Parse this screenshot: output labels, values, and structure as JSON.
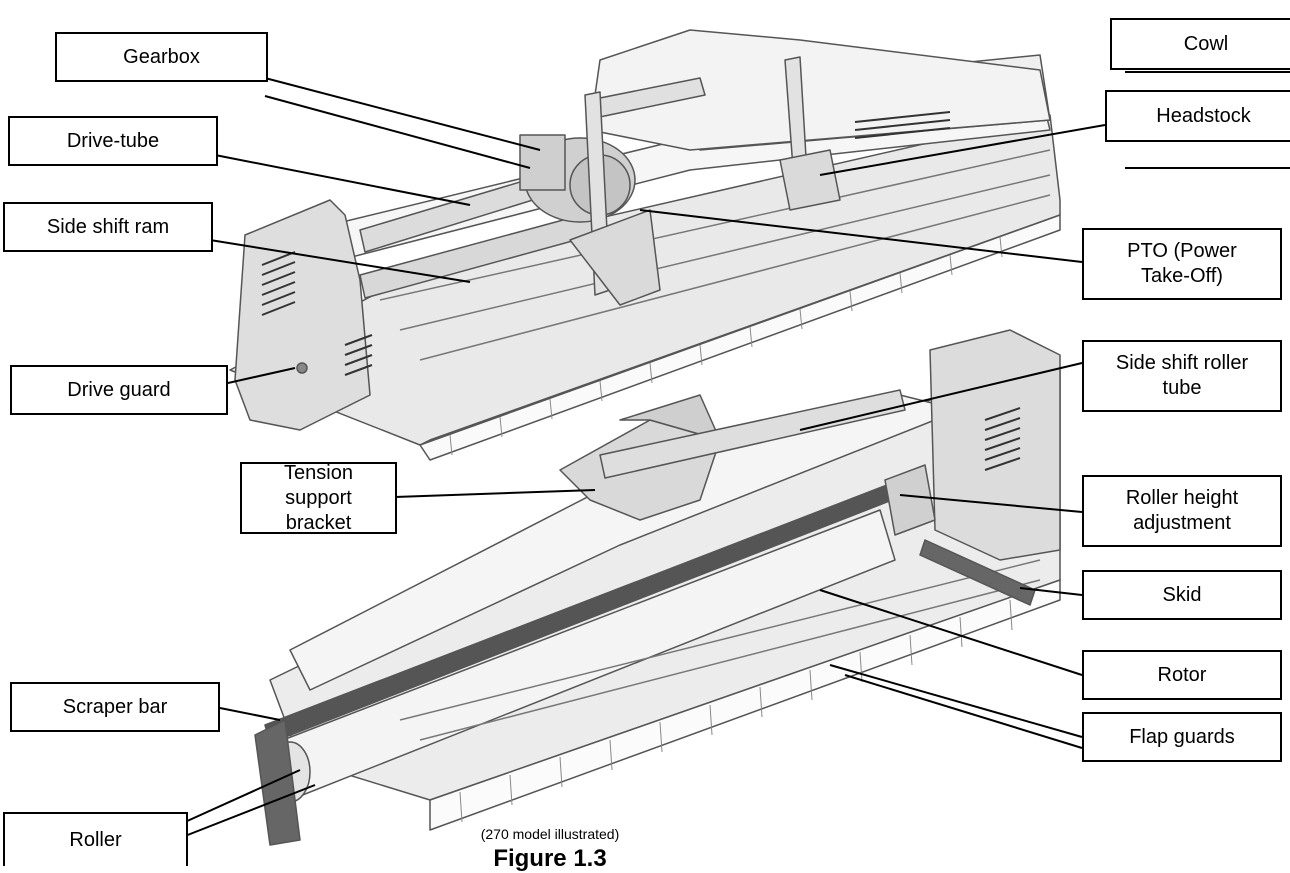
{
  "labels": {
    "gearbox": "Gearbox",
    "drive_tube": "Drive-tube",
    "side_shift_ram": "Side shift ram",
    "drive_guard": "Drive guard",
    "cowl": "Cowl",
    "headstock": "Headstock",
    "pto": "PTO (Power\nTake-Off)",
    "side_shift_roller_tube": "Side shift roller\ntube",
    "tension_support_bracket": "Tension support\nbracket",
    "roller_height_adjustment": "Roller height\nadjustment",
    "skid": "Skid",
    "rotor": "Rotor",
    "scraper_bar": "Scraper bar",
    "flap_guards": "Flap guards",
    "roller": "Roller"
  },
  "caption": {
    "note": "(270 model illustrated)",
    "figure": "Figure 1.3"
  }
}
